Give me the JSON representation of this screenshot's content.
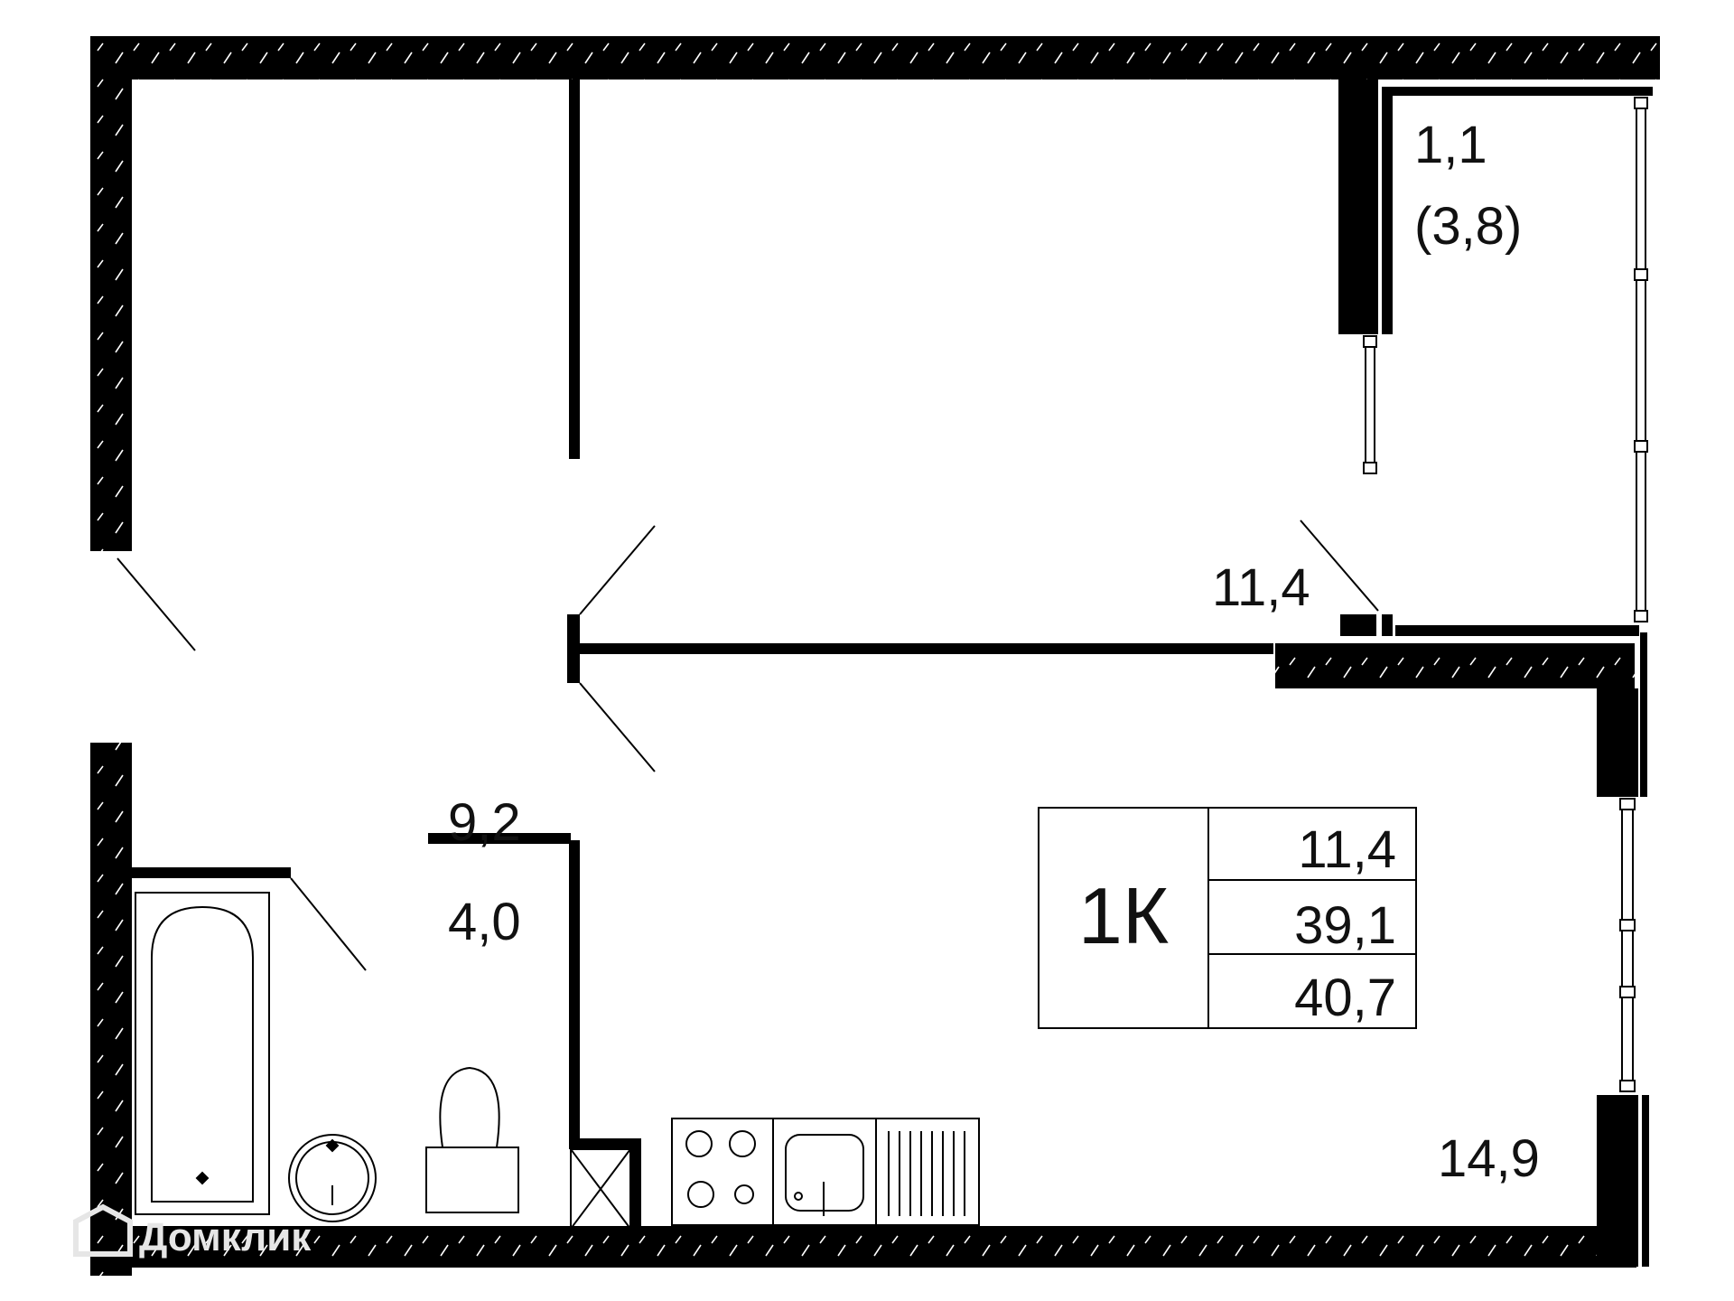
{
  "plan": {
    "rooms": {
      "balcony_area": "1,1",
      "balcony_area_full": "(3,8)",
      "bedroom_area": "11,4",
      "hallway_area": "9,2",
      "bathroom_area": "4,0",
      "kitchen_area": "14,9"
    },
    "summary": {
      "type": "1К",
      "living_area": "11,4",
      "total_area": "39,1",
      "total_area_with_balcony": "40,7"
    },
    "watermark": "Домклик",
    "colors": {
      "wall": "#000000",
      "background": "#ffffff",
      "watermark": "#e6e6e6"
    }
  }
}
